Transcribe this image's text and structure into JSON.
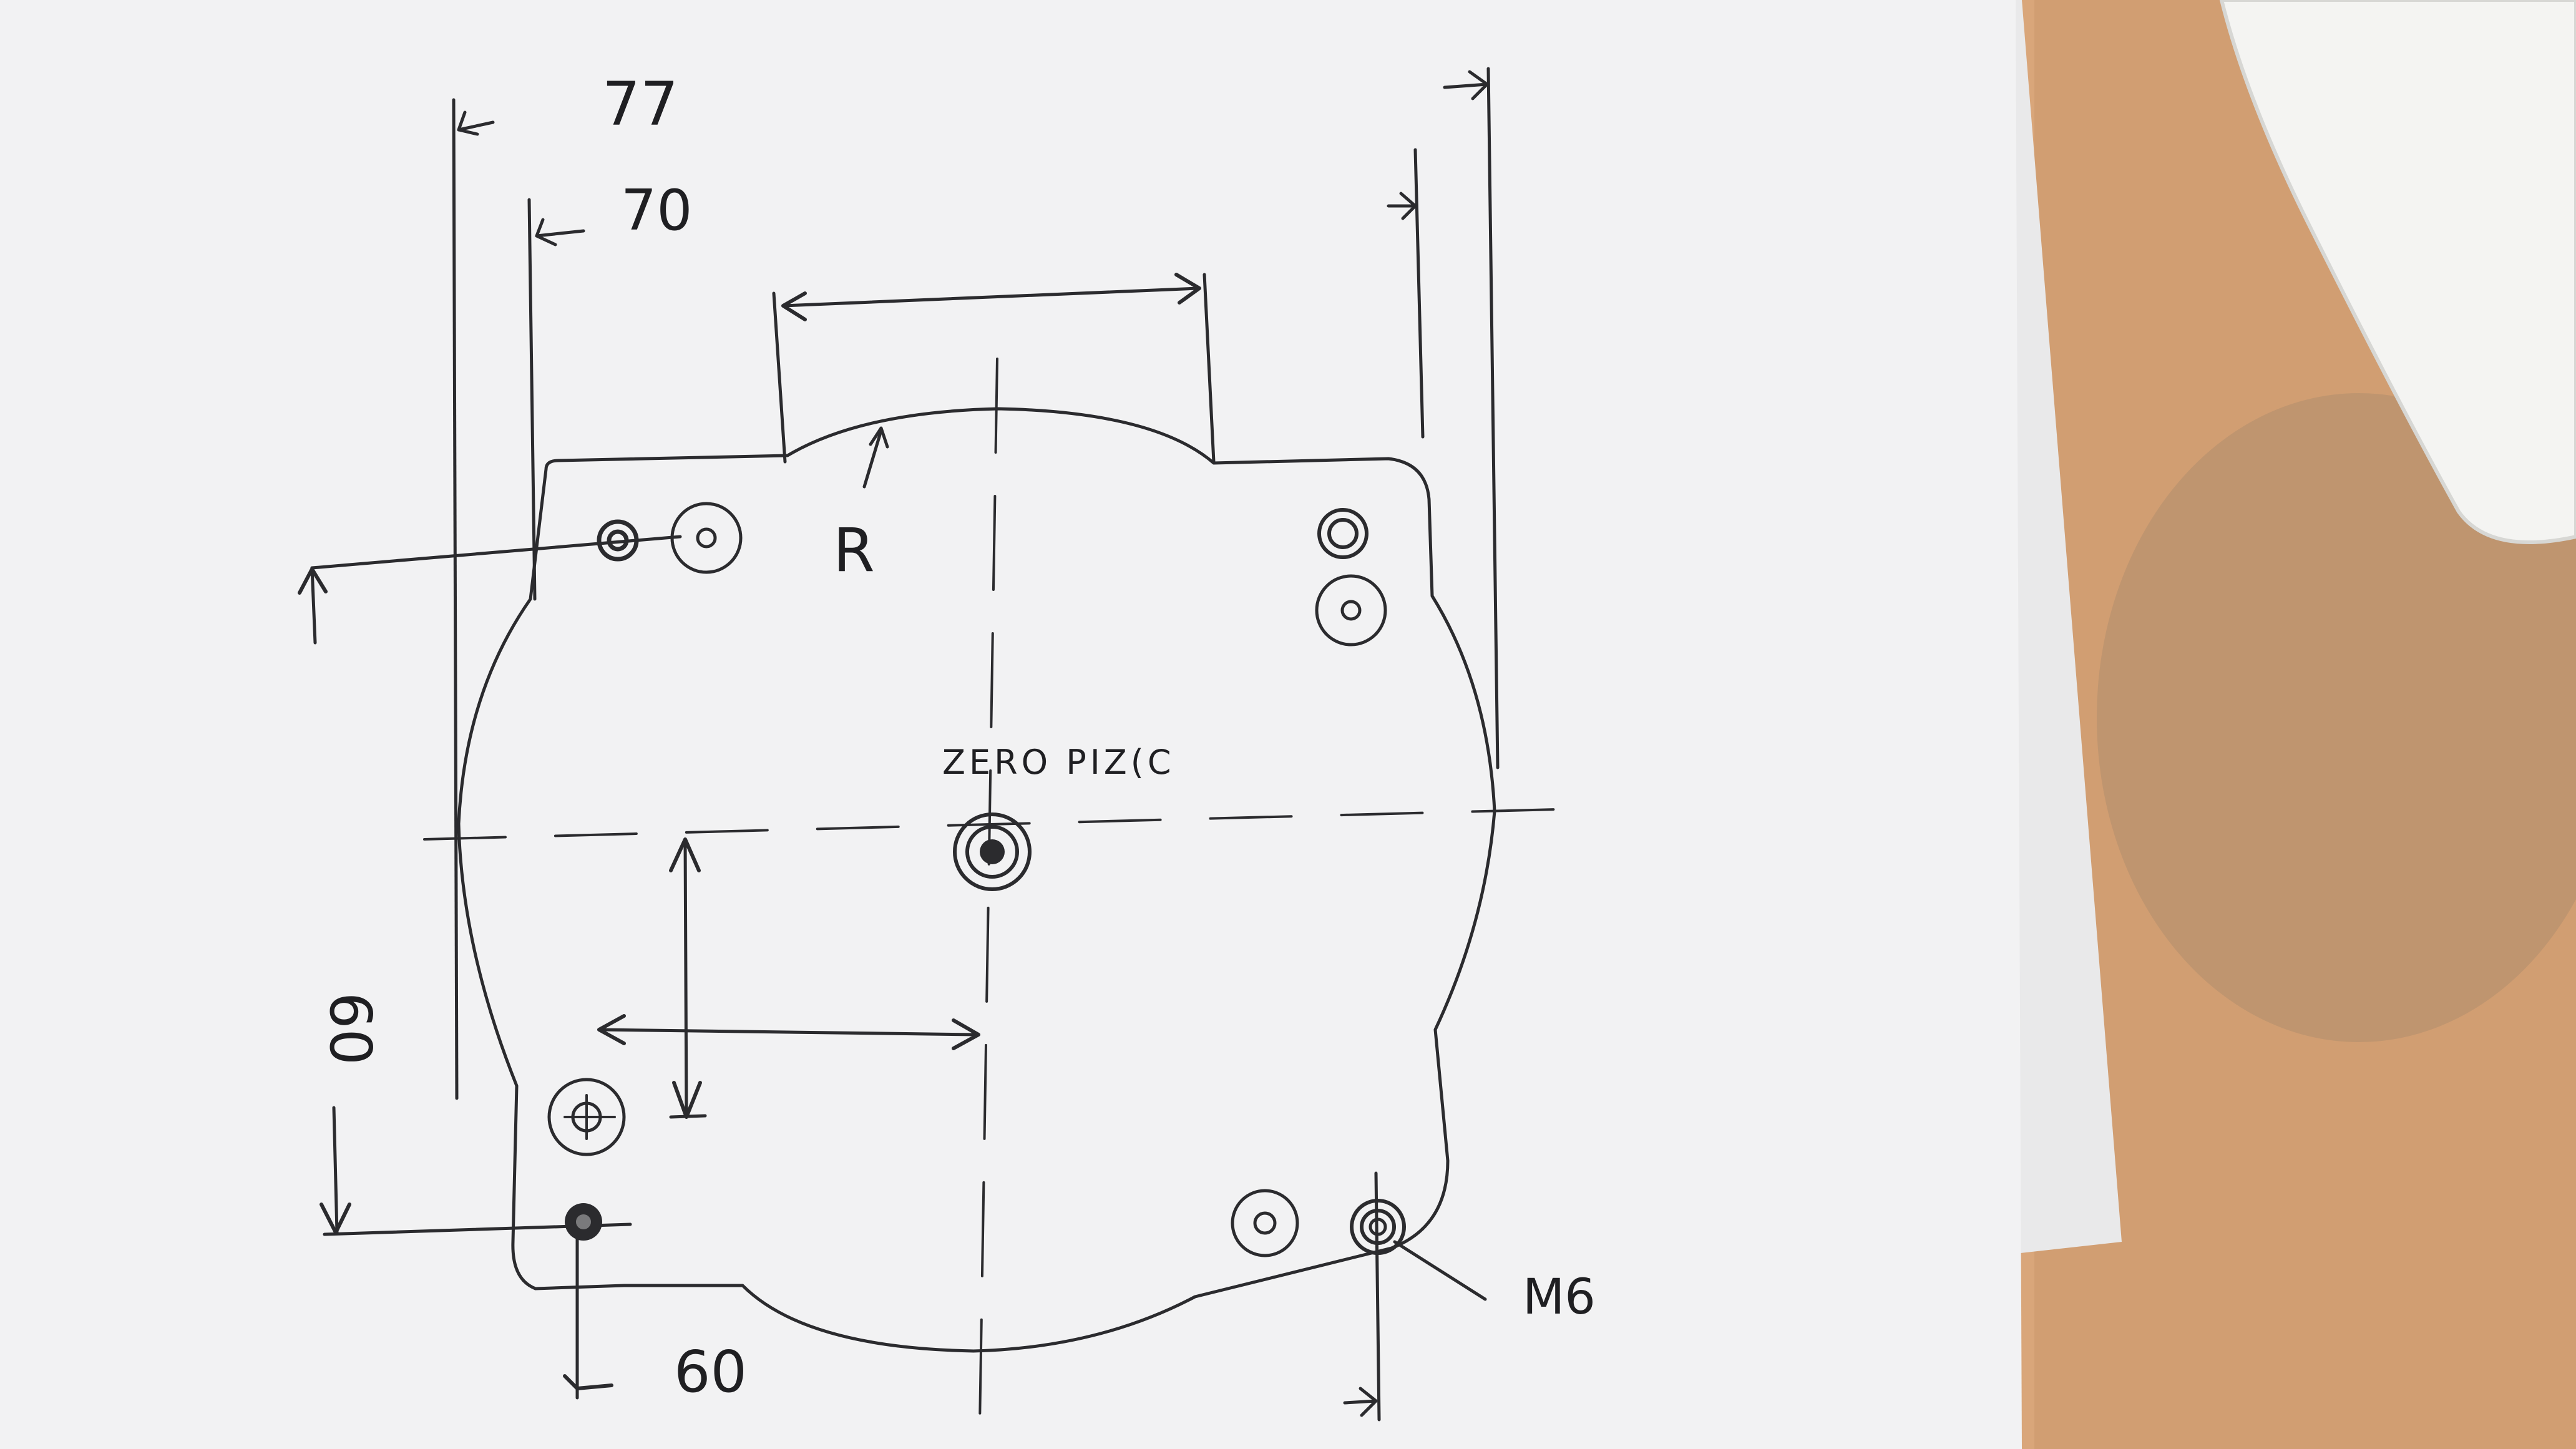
{
  "colors": {
    "desk": "#d9a67a",
    "paper": "#f2f2f3",
    "paper_back": "#e9e9ea",
    "ink": "#2b2b2e",
    "mouse": "#f4f4f2",
    "keyboard": "#d8d8d6"
  },
  "labels": {
    "dim_77": "77",
    "dim_70": "70",
    "radius": "R",
    "origin": "ZERO PIZ(C",
    "dim_60_side": "60",
    "dim_60_bottom": "60",
    "thread": "M6"
  }
}
